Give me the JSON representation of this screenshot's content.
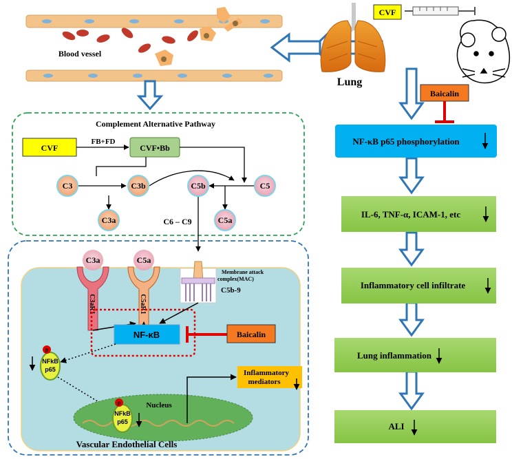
{
  "colors": {
    "yellow": "#ffff00",
    "green_box": "#92d050",
    "blue_box": "#00b0f0",
    "orange": "#f47920",
    "peach": "#f4b183",
    "pink": "#f2b8c6",
    "arrow_blue": "#2e75b6",
    "inhibit_red": "#e00000",
    "cell_fill": "#b4dde3",
    "nucleus_fill": "#62b05a"
  },
  "top": {
    "blood_vessel": "Blood vessel",
    "lung": "Lung",
    "cvf_tag": "CVF"
  },
  "right": {
    "baicalin": "Baicalin",
    "nfkb_phos": "NF-κB p65 phosphorylation",
    "cytokines": "IL-6, TNF-α, ICAM-1, etc",
    "infiltrate": "Inflammatory cell infiltrate",
    "inflammation": "Lung inflammation",
    "ali": "ALI"
  },
  "pathway": {
    "title": "Complement Alternative Pathway",
    "cvf": "CVF",
    "fbfd": "FB+FD",
    "cvfbb": "CVF•Bb",
    "c3": "C3",
    "c3b": "C3b",
    "c5b": "C5b",
    "c5": "C5",
    "c3a": "C3a",
    "c5a": "C5a",
    "c6c9": "C6 – C9"
  },
  "cell": {
    "c3a": "C3a",
    "c5a": "C5a",
    "c3ar": "C3aR1",
    "c5ar": "C5aR1",
    "mac_line1": "Membrane attack",
    "mac_line2": "complex(MAC)",
    "c5b9": "C5b-9",
    "nfkb": "NF-κB",
    "baicalin": "Baicalin",
    "p": "p",
    "nfkb_small": "NFkB",
    "p65": "p65",
    "nucleus": "Nucleus",
    "mediators_line1": "Inflammatory",
    "mediators_line2": "mediators",
    "cell_label": "Vascular Endothelial Cells"
  }
}
